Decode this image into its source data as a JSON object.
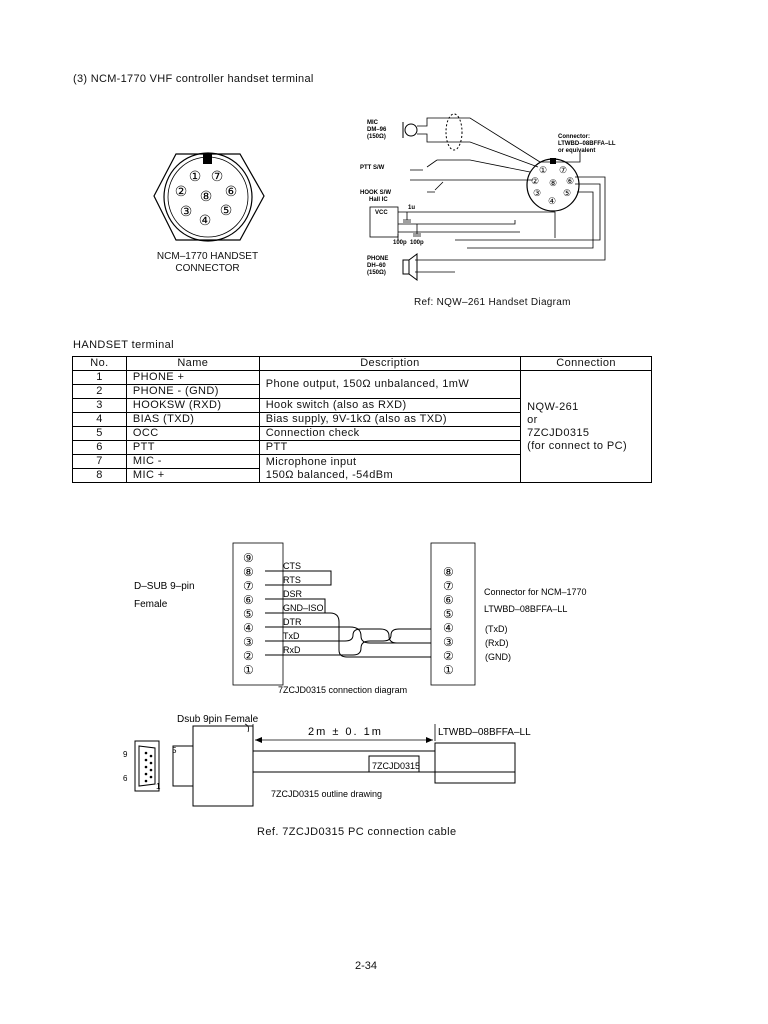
{
  "section_title": "(3) NCM-1770 VHF controller handset terminal",
  "connector": {
    "pin_labels": [
      "①",
      "②",
      "③",
      "④",
      "⑤",
      "⑥",
      "⑦",
      "⑧"
    ],
    "caption_line1": "NCM–1770 HANDSET",
    "caption_line2": "CONNECTOR"
  },
  "handset_diagram": {
    "mic_line1": "MIC",
    "mic_line2": "DM–96",
    "mic_line3": "(150Ω)",
    "ptt": "PTT S/W",
    "hook_line1": "HOOK S/W",
    "hook_line2": "Hall IC",
    "vcc": "VCC",
    "cap_1u": "1u",
    "cap_100p_a": "100p",
    "cap_100p_b": "100p",
    "phone_line1": "PHONE",
    "phone_line2": "DH–60",
    "phone_line3": "(150Ω)",
    "conn_line1": "Connector:",
    "conn_line2": "LTWBD–08BFFA–LL",
    "conn_line3": "or equivalent",
    "pins": [
      "①",
      "②",
      "③",
      "④",
      "⑤",
      "⑥",
      "⑦",
      "⑧"
    ],
    "ref": "Ref:  NQW–261 Handset Diagram"
  },
  "table": {
    "title": "HANDSET terminal",
    "headers": [
      "No.",
      "Name",
      "Description",
      "Connection"
    ],
    "rows": [
      {
        "no": "1",
        "name": "PHONE +"
      },
      {
        "no": "2",
        "name": "PHONE - (GND)"
      },
      {
        "no": "3",
        "name": "HOOKSW (RXD)",
        "desc": "Hook switch (also as RXD)"
      },
      {
        "no": "4",
        "name": "BIAS (TXD)",
        "desc": "Bias supply, 9V-1kΩ (also as TXD)"
      },
      {
        "no": "5",
        "name": "OCC",
        "desc": "Connection check"
      },
      {
        "no": "6",
        "name": "PTT",
        "desc": "PTT"
      },
      {
        "no": "7",
        "name": "MIC -"
      },
      {
        "no": "8",
        "name": "MIC +"
      }
    ],
    "desc_phone": "Phone output, 150Ω unbalanced, 1mW",
    "desc_mic_1": "Microphone input",
    "desc_mic_2": "150Ω balanced, -54dBm",
    "connection_1": "NQW-261",
    "connection_2": "or",
    "connection_3": "7ZCJD0315",
    "connection_4": "(for connect to PC)"
  },
  "wiring": {
    "dsub_line1": "D–SUB 9–pin",
    "dsub_line2": "Female",
    "left_pins": [
      "⑨",
      "⑧",
      "⑦",
      "⑥",
      "⑤",
      "④",
      "③",
      "②",
      "①"
    ],
    "signals": [
      "CTS",
      "RTS",
      "DSR",
      "GND–ISO",
      "DTR",
      "TxD",
      "RxD"
    ],
    "right_pins": [
      "⑧",
      "⑦",
      "⑥",
      "⑤",
      "④",
      "③",
      "②",
      "①"
    ],
    "right_labels": [
      "(TxD)",
      "(RxD)",
      "(GND)"
    ],
    "conn_line1": "Connector for NCM–1770",
    "conn_line2": "LTWBD–08BFFA–LL",
    "caption": "7ZCJD0315 connection diagram"
  },
  "outline": {
    "dsub_label": "Dsub 9pin Female",
    "pin9": "9",
    "pin5": "5",
    "pin6": "6",
    "pin1": "1",
    "length": "2m ± 0. 1m",
    "right_label": "LTWBD–08BFFA–LL",
    "cable_label": "7ZCJD0315",
    "caption": "7ZCJD0315 outline drawing"
  },
  "ref_caption": "Ref. 7ZCJD0315 PC connection cable",
  "page_number": "2-34"
}
